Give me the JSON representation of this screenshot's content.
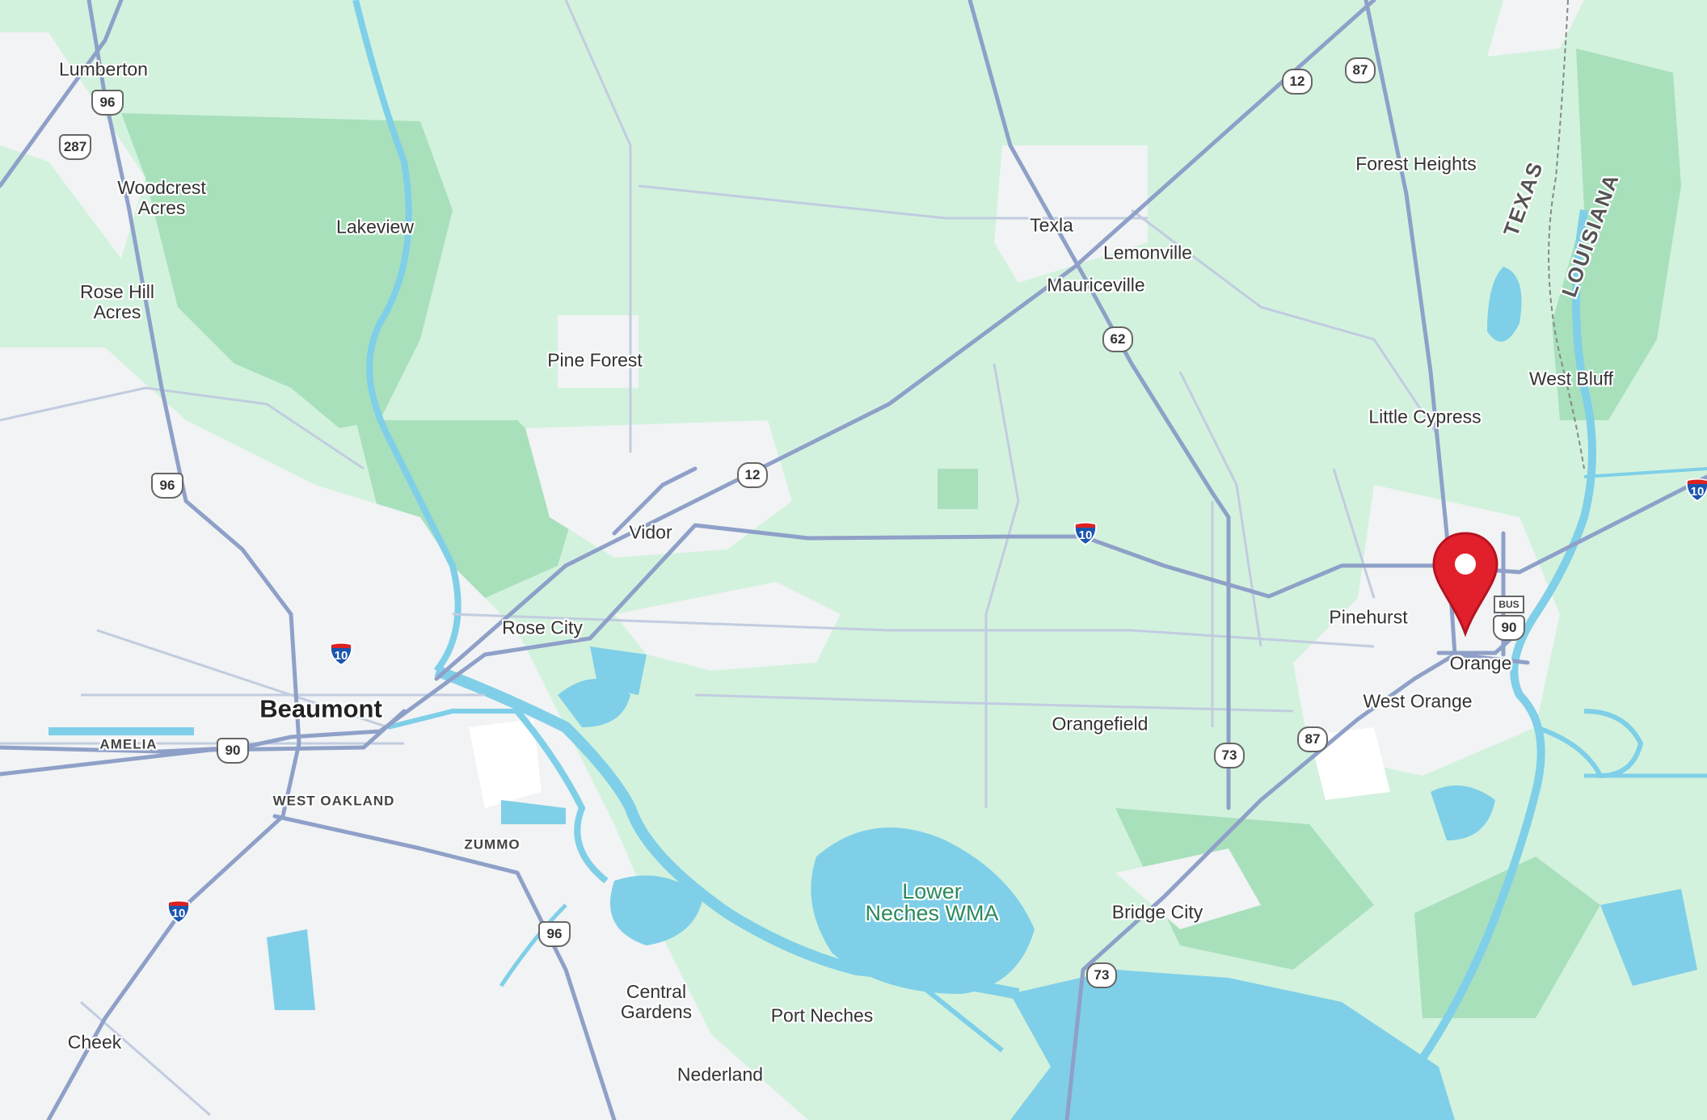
{
  "map": {
    "marker": {
      "name": "location-pin",
      "color": "#e1202c"
    },
    "places": [
      {
        "id": "lumberton",
        "text": "Lumberton"
      },
      {
        "id": "woodcrest",
        "text": "Woodcrest\nAcres"
      },
      {
        "id": "lakeview",
        "text": "Lakeview"
      },
      {
        "id": "rosehill",
        "text": "Rose Hill\nAcres"
      },
      {
        "id": "pineforest",
        "text": "Pine Forest"
      },
      {
        "id": "vidor",
        "text": "Vidor"
      },
      {
        "id": "rosecity",
        "text": "Rose City"
      },
      {
        "id": "beaumont",
        "text": "Beaumont"
      },
      {
        "id": "amelia",
        "text": "AMELIA"
      },
      {
        "id": "westoakland",
        "text": "WEST OAKLAND"
      },
      {
        "id": "zummo",
        "text": "ZUMMO"
      },
      {
        "id": "cheek",
        "text": "Cheek"
      },
      {
        "id": "central",
        "text": "Central\nGardens"
      },
      {
        "id": "portneches",
        "text": "Port Neches"
      },
      {
        "id": "nederland",
        "text": "Nederland"
      },
      {
        "id": "lowerneches",
        "text": "Lower\nNeches WMA"
      },
      {
        "id": "bridgecity",
        "text": "Bridge City"
      },
      {
        "id": "orangefield",
        "text": "Orangefield"
      },
      {
        "id": "texla",
        "text": "Texla"
      },
      {
        "id": "lemonville",
        "text": "Lemonville"
      },
      {
        "id": "mauriceville",
        "text": "Mauriceville"
      },
      {
        "id": "forestheights",
        "text": "Forest Heights"
      },
      {
        "id": "littlecypress",
        "text": "Little Cypress"
      },
      {
        "id": "westbluff",
        "text": "West Bluff"
      },
      {
        "id": "pinehurst",
        "text": "Pinehurst"
      },
      {
        "id": "orange",
        "text": "Orange"
      },
      {
        "id": "westorange",
        "text": "West Orange"
      },
      {
        "id": "texas",
        "text": "TEXAS"
      },
      {
        "id": "louisiana",
        "text": "LOUISIANA"
      }
    ],
    "shields": [
      {
        "id": "s96a",
        "text": "96",
        "type": "us"
      },
      {
        "id": "s287",
        "text": "287",
        "type": "us"
      },
      {
        "id": "s96b",
        "text": "96",
        "type": "us"
      },
      {
        "id": "s12a",
        "text": "12",
        "type": "tx"
      },
      {
        "id": "s87a",
        "text": "87",
        "type": "tx"
      },
      {
        "id": "s12b",
        "text": "12",
        "type": "tx"
      },
      {
        "id": "s62",
        "text": "62",
        "type": "tx"
      },
      {
        "id": "i10a",
        "text": "10",
        "type": "interstate"
      },
      {
        "id": "i10b",
        "text": "10",
        "type": "interstate"
      },
      {
        "id": "i10c",
        "text": "10",
        "type": "interstate"
      },
      {
        "id": "i10d",
        "text": "10",
        "type": "interstate"
      },
      {
        "id": "s90a",
        "text": "90",
        "type": "us"
      },
      {
        "id": "s90b",
        "text": "90",
        "type": "us"
      },
      {
        "id": "bus",
        "text": "BUS",
        "type": "bus"
      },
      {
        "id": "s73a",
        "text": "73",
        "type": "tx"
      },
      {
        "id": "s87b",
        "text": "87",
        "type": "tx"
      },
      {
        "id": "s96c",
        "text": "96",
        "type": "us"
      },
      {
        "id": "s73b",
        "text": "73",
        "type": "tx"
      }
    ],
    "colors": {
      "land": "#d2f2dd",
      "park": "#a8e0bc",
      "water": "#7fcfe8",
      "urban": "#f1f3f4",
      "road": "#8fa0c8"
    }
  }
}
